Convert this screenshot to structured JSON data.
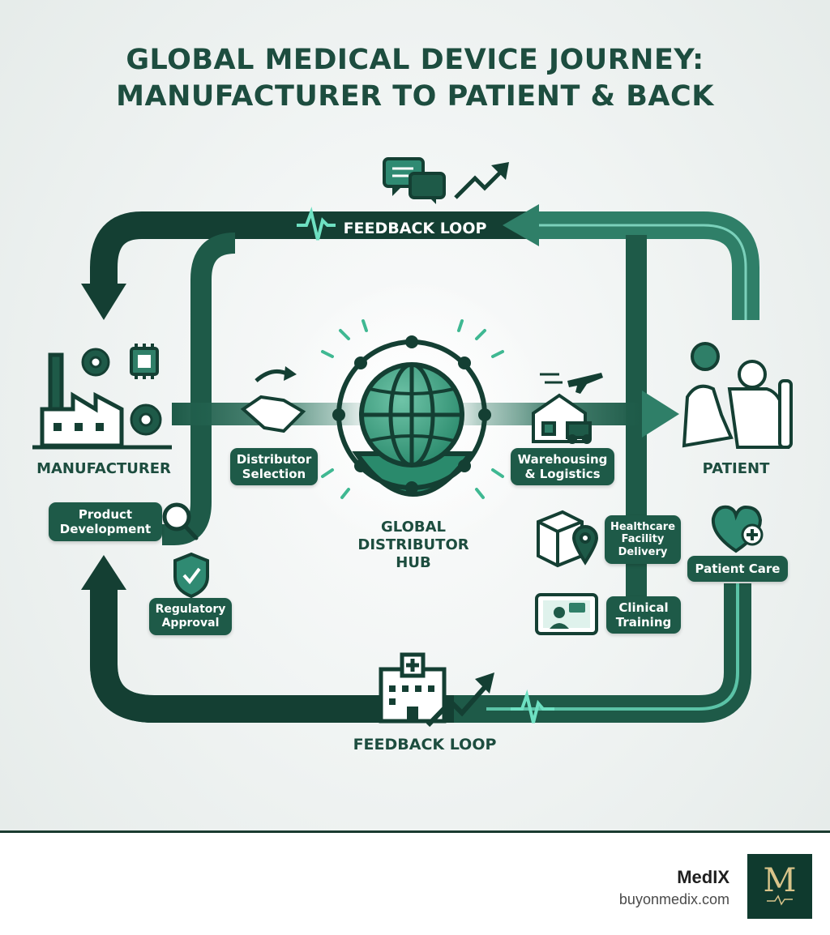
{
  "title": {
    "line1": "GLOBAL MEDICAL DEVICE JOURNEY:",
    "line2": "MANUFACTURER TO PATIENT & BACK"
  },
  "nodes": {
    "manufacturer": "MANUFACTURER",
    "patient": "PATIENT",
    "hub_line1": "GLOBAL",
    "hub_line2": "DISTRIBUTOR",
    "hub_line3": "HUB"
  },
  "steps": {
    "distributor_selection": [
      "Distributor",
      "Selection"
    ],
    "warehousing": [
      "Warehousing",
      "& Logistics"
    ],
    "product_development": [
      "Product",
      "Development"
    ],
    "regulatory_approval": [
      "Regulatory",
      "Approval"
    ],
    "healthcare_delivery": [
      "Healthcare",
      "Facility",
      "Delivery"
    ],
    "clinical_training": [
      "Clinical",
      "Training"
    ],
    "patient_care": "Patient Care"
  },
  "loops": {
    "top": "FEEDBACK LOOP",
    "bottom": "FEEDBACK LOOP"
  },
  "icons": [
    "factory-icon",
    "gear-icon",
    "chip-icon",
    "handshake-icon",
    "globe-shield-icon",
    "warehouse-truck-icon",
    "airplane-icon",
    "patient-caregiver-icon",
    "magnifier-icon",
    "shield-check-icon",
    "package-location-icon",
    "video-call-icon",
    "heart-plus-icon",
    "chat-bubbles-icon",
    "trend-arrow-icon",
    "hospital-icon",
    "heartbeat-icon"
  ],
  "colors": {
    "primary": "#1e5a48",
    "dark": "#143f33",
    "accent": "#2f8a72",
    "glow": "#4fd0b0",
    "background": "#eef2f1"
  },
  "footer": {
    "brand": "MedIX",
    "url": "buyonmedix.com",
    "logo_letter": "M"
  }
}
